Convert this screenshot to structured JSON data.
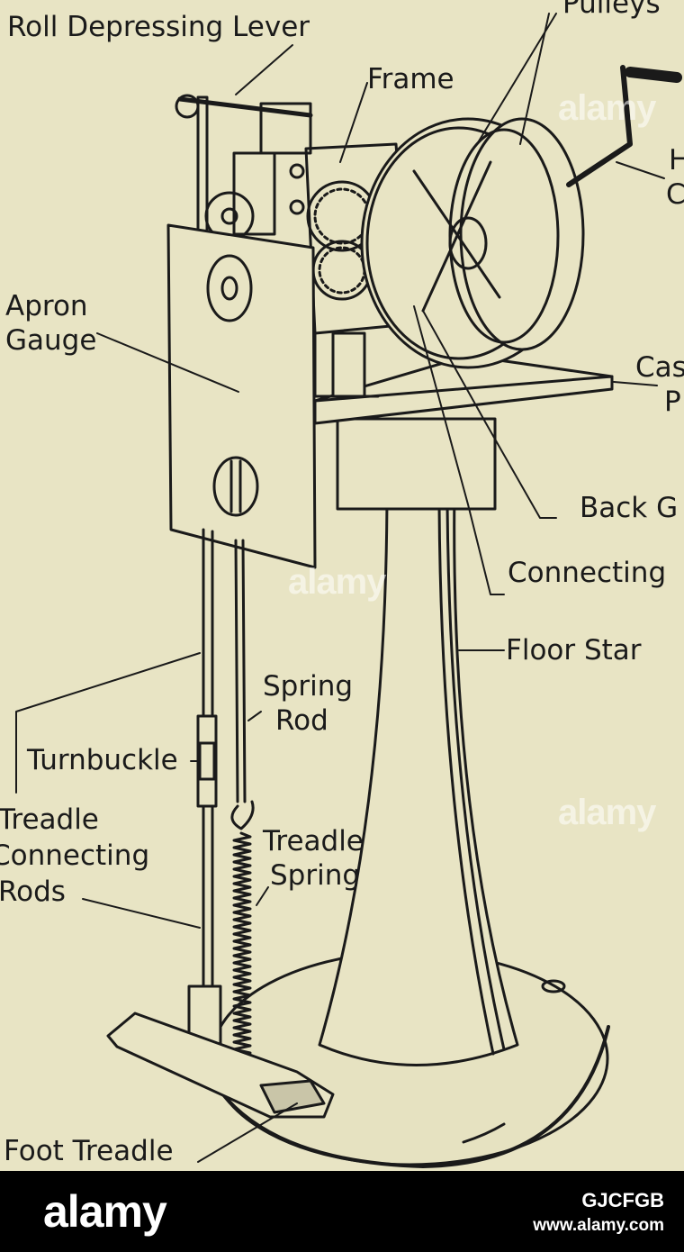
{
  "labels": {
    "roll_depressing_lever": "Roll Depressing Lever",
    "pulleys": "Pulleys",
    "frame": "Frame",
    "handle_crank": [
      "H",
      "C"
    ],
    "apron_gauge": [
      "Apron",
      "Gauge"
    ],
    "casting_plate": [
      "Cas",
      "P"
    ],
    "back_gear": "Back G",
    "connecting": "Connecting",
    "floor_stand": "Floor Star",
    "spring_rod": [
      "Spring",
      "Rod"
    ],
    "turnbuckle": "Turnbuckle",
    "treadle_connecting_rods": [
      "Treadle",
      "Connecting",
      "Rods"
    ],
    "treadle_spring": [
      "Treadle",
      "Spring"
    ],
    "foot_treadle": "Foot Treadle"
  },
  "watermark": "alamy",
  "footer": {
    "logo": "alamy",
    "image_id": "GJCFGB",
    "url": "www.alamy.com"
  },
  "colors": {
    "background": "#e8e4c4",
    "ink": "#1a1a1a",
    "footer": "#000000"
  }
}
